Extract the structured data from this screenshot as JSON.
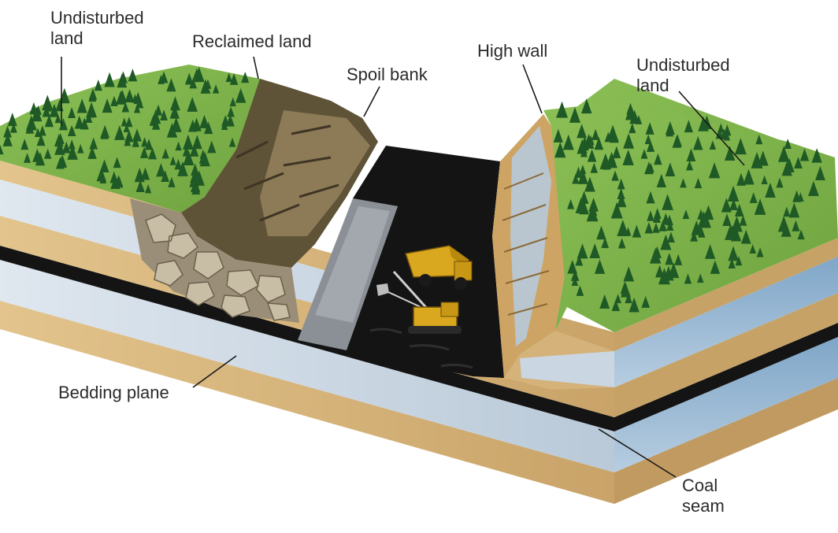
{
  "labels": {
    "undisturbed_left": "Undisturbed\nland",
    "reclaimed": "Reclaimed land",
    "spoil_bank": "Spoil bank",
    "high_wall": "High wall",
    "undisturbed_right": "Undisturbed\nland",
    "bedding_plane": "Bedding plane",
    "coal_seam": "Coal\nseam"
  },
  "colors": {
    "grass": "#7fb24a",
    "tree": "#1f5a26",
    "sandstone": "#d7b57a",
    "shale": "#c9d6e3",
    "coal": "#141414",
    "rock": "#9b8e78",
    "leader": "#1a1a1a"
  },
  "icons": [
    "tree-icon",
    "haul-truck-icon",
    "dragline-excavator-icon"
  ]
}
